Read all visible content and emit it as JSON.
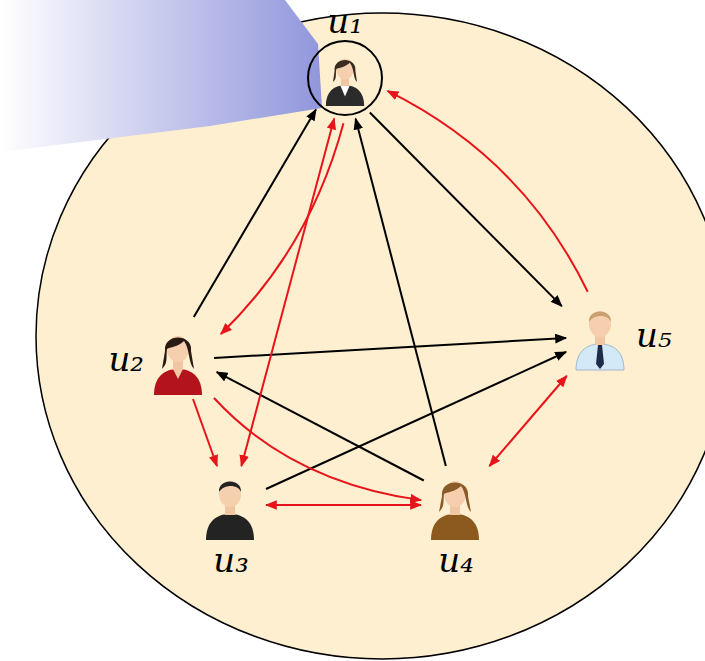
{
  "diagram": {
    "nodes": [
      {
        "text": [
          "u₁"
        ]
      },
      {
        "text": [
          "u₂"
        ]
      },
      {
        "text": [
          "u₃"
        ]
      },
      {
        "text": [
          "u₄"
        ]
      },
      {
        "text": [
          "u₅"
        ]
      }
    ],
    "edges": [
      {
        "from": 1,
        "to": 0,
        "arrow": "to"
      },
      {
        "from": 0,
        "to": 4,
        "arrow": "to"
      },
      {
        "from": 1,
        "to": 4,
        "arrow": "to"
      },
      {
        "from": 2,
        "to": 4,
        "arrow": "to"
      },
      {
        "from": 3,
        "to": 0,
        "arrow": "to"
      },
      {
        "from": 3,
        "to": 1,
        "arrow": "to"
      },
      {
        "from": 4,
        "to": 0,
        "arrow": "to"
      },
      {
        "from": 0,
        "to": 1,
        "arrow": "to"
      },
      {
        "from": 0,
        "to": 2,
        "arrow": "both"
      },
      {
        "from": 1,
        "to": 2,
        "arrow": "to"
      },
      {
        "from": 1,
        "to": 3,
        "arrow": "to"
      },
      {
        "from": 2,
        "to": 3,
        "arrow": "both"
      },
      {
        "from": 3,
        "to": 4,
        "arrow": "both"
      }
    ]
  }
}
